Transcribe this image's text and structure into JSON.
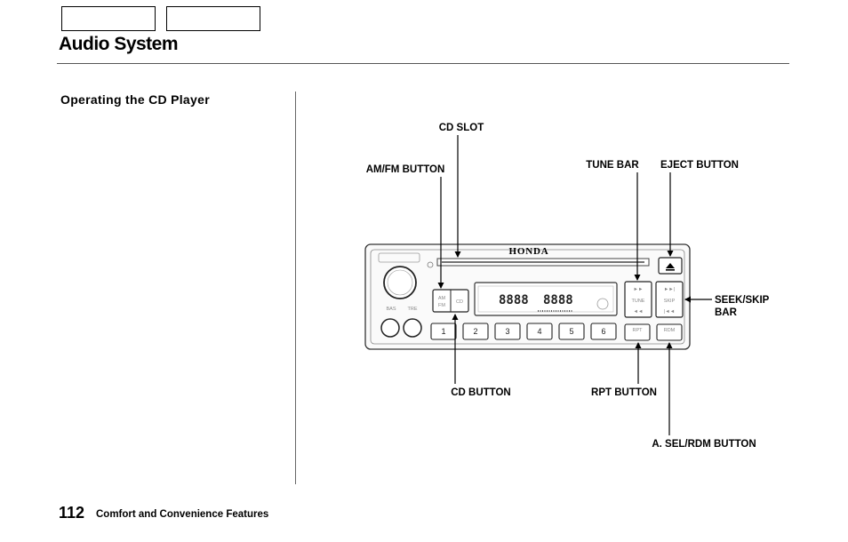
{
  "header": {
    "title": "Audio System"
  },
  "section": {
    "heading": "Operating the CD Player"
  },
  "diagram": {
    "brand": "HONDA",
    "display_digits_1": "8888",
    "display_digits_2": "8888",
    "preset_buttons": [
      "1",
      "2",
      "3",
      "4",
      "5",
      "6"
    ],
    "labels": {
      "cd_slot": "CD SLOT",
      "am_fm_button": "AM/FM  BUTTON",
      "tune_bar": "TUNE BAR",
      "eject_button": "EJECT BUTTON",
      "seek_skip_bar_line1": "SEEK/SKIP",
      "seek_skip_bar_line2": "BAR",
      "cd_button": "CD BUTTON",
      "rpt_button": "RPT BUTTON",
      "a_sel_rdm_button": "A. SEL/RDM BUTTON"
    }
  },
  "footer": {
    "page_number": "112",
    "section": "Comfort and Convenience Features"
  }
}
